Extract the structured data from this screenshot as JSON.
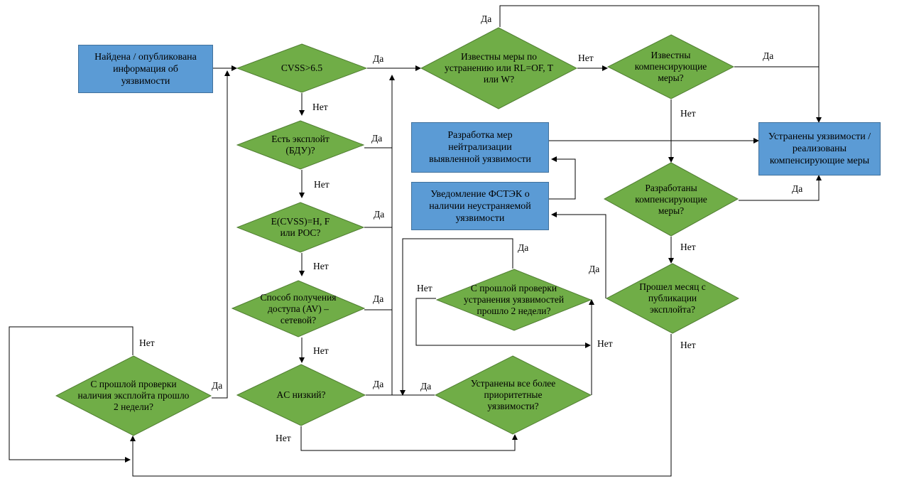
{
  "boxes": {
    "found_info": "Найдена / опубликована\nинформация об\nуязвимости",
    "dev_measures": "Разработка мер\nнейтрализации\nвыявленной уязвимости",
    "notify_fstek": "Уведомление ФСТЭК о\nналичии неустраняемой\nуязвимости",
    "eliminated": "Устранены уязвимости /\nреализованы\nкомпенсирующие меры"
  },
  "decisions": {
    "cvss": "CVSS>6.5",
    "exploit": "Есть эксплойт\n(БДУ)?",
    "ecvss": "E(CVSS)=H, F\nили POC?",
    "access": "Способ получения\nдоступа (AV) –\nсетевой?",
    "ac_low": "AC низкий?",
    "exploit_check": "С прошлой проверки\nналичия эксплойта прошло\n2 недели?",
    "known_fix": "Известны меры по\nустранению или RL=OF, T\nили W?",
    "known_comp": "Известны\nкомпенсирующие\nмеры?",
    "developed_comp": "Разработаны\nкомпенсирующие\nмеры?",
    "month_passed": "Прошел месяц с\nпубликации\nэксплойта?",
    "fix_check": "С прошлой проверки\nустранения уязвимостей\nпрошло 2 недели?",
    "priority_fixed": "Устранены все более\nприоритетные\nуязвимости?"
  },
  "labels": {
    "yes": "Да",
    "no": "Нет"
  },
  "colors": {
    "process_fill": "#5b9bd5",
    "process_border": "#41719c",
    "decision_fill": "#70ad47",
    "decision_border": "#507e32",
    "line": "#000000"
  }
}
